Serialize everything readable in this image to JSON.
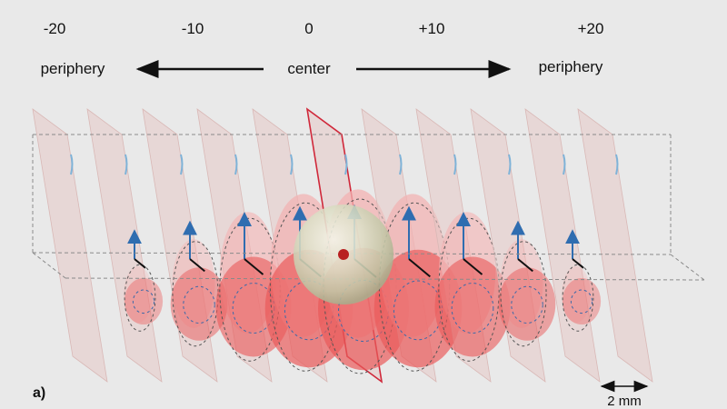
{
  "positions": [
    "-20",
    "-10",
    "0",
    "+10",
    "+20"
  ],
  "regions": {
    "left": "periphery",
    "center": "center",
    "right": "periphery"
  },
  "panel_label": "a)",
  "scale_bar_label": "2 mm",
  "colors": {
    "background": "#e9e9e9",
    "plane_fill": "#e6c8c6",
    "lobe_red": "#ea5a5a",
    "lobe_pink": "#f3b2b2",
    "arrow_blue": "#2f6db0",
    "center_plane_edge": "#d0283a",
    "sphere_core": "#b82020"
  },
  "slices": [
    {
      "offset": "-25",
      "lobe_level": 0.0
    },
    {
      "offset": "-20",
      "lobe_level": 0.15
    },
    {
      "offset": "-15",
      "lobe_level": 0.45
    },
    {
      "offset": "-10",
      "lobe_level": 0.75
    },
    {
      "offset": "-5",
      "lobe_level": 0.95
    },
    {
      "offset": "0",
      "lobe_level": 1.0
    },
    {
      "offset": "+5",
      "lobe_level": 0.95
    },
    {
      "offset": "+10",
      "lobe_level": 0.75
    },
    {
      "offset": "+15",
      "lobe_level": 0.45
    },
    {
      "offset": "+20",
      "lobe_level": 0.15
    },
    {
      "offset": "+25",
      "lobe_level": 0.0
    }
  ]
}
